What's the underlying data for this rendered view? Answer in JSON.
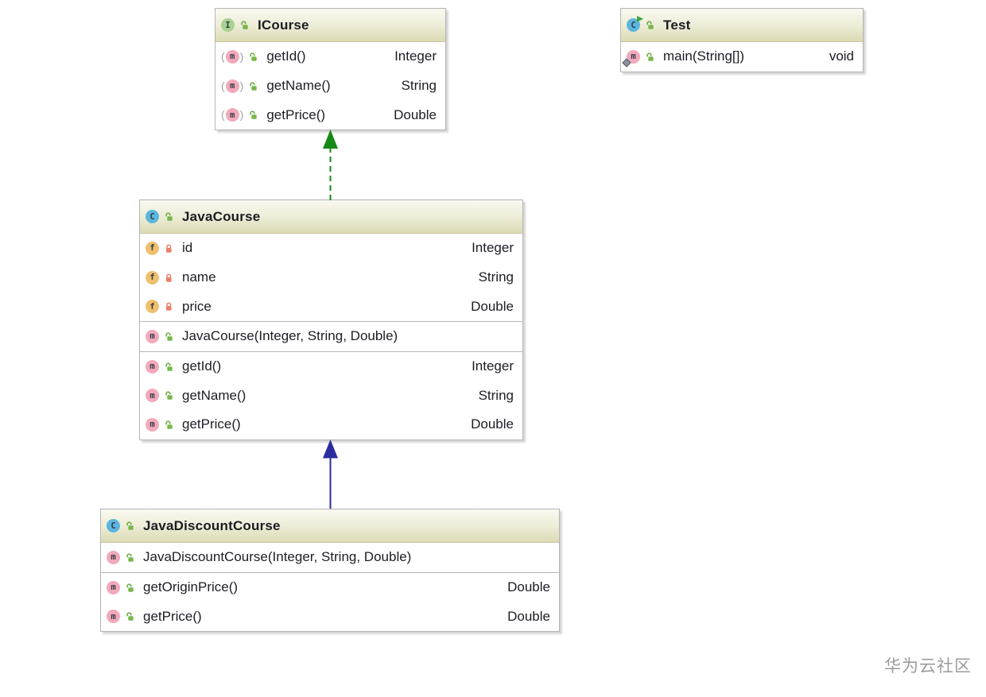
{
  "icons": {
    "interface_letter": "I",
    "class_letter": "C",
    "method_letter": "m",
    "field_letter": "f"
  },
  "colors": {
    "interface_icon": "#a9d293",
    "class_icon": "#5bb6de",
    "method_icon": "#f2a9ba",
    "field_icon": "#f0c070",
    "public_unlock": "#6fae48",
    "private_lock": "#e8826b",
    "header_background": "#e3e2bf",
    "implements_edge": "#168a16",
    "extends_edge": "#2b2ba0"
  },
  "icourse": {
    "title": "ICourse",
    "methods": [
      {
        "name": "getId()",
        "type": "Integer"
      },
      {
        "name": "getName()",
        "type": "String"
      },
      {
        "name": "getPrice()",
        "type": "Double"
      }
    ]
  },
  "test": {
    "title": "Test",
    "methods": [
      {
        "name": "main(String[])",
        "type": "void"
      }
    ]
  },
  "javaCourse": {
    "title": "JavaCourse",
    "fields": [
      {
        "name": "id",
        "type": "Integer"
      },
      {
        "name": "name",
        "type": "String"
      },
      {
        "name": "price",
        "type": "Double"
      }
    ],
    "constructors": [
      {
        "name": "JavaCourse(Integer, String, Double)",
        "type": ""
      }
    ],
    "methods": [
      {
        "name": "getId()",
        "type": "Integer"
      },
      {
        "name": "getName()",
        "type": "String"
      },
      {
        "name": "getPrice()",
        "type": "Double"
      }
    ]
  },
  "javaDiscountCourse": {
    "title": "JavaDiscountCourse",
    "constructors": [
      {
        "name": "JavaDiscountCourse(Integer, String, Double)",
        "type": ""
      }
    ],
    "methods": [
      {
        "name": "getOriginPrice()",
        "type": "Double"
      },
      {
        "name": "getPrice()",
        "type": "Double"
      }
    ]
  },
  "edges": [
    {
      "type": "implements",
      "from": "JavaCourse",
      "to": "ICourse",
      "style": "dashed",
      "color": "#168a16"
    },
    {
      "type": "extends",
      "from": "JavaDiscountCourse",
      "to": "JavaCourse",
      "style": "solid",
      "color": "#2b2ba0"
    }
  ],
  "watermark": "华为云社区"
}
